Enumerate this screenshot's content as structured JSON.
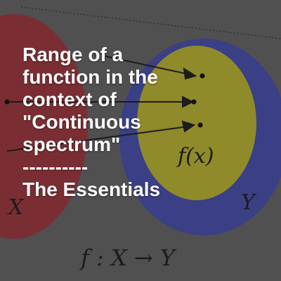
{
  "title_lines": [
    "Range of a",
    "function in the",
    "context of",
    "\"Continuous",
    "spectrum\"",
    "----------",
    "The Essentials"
  ],
  "diagram": {
    "domain_label": "X",
    "codomain_label": "Y",
    "image_label": "f(x)",
    "mapping_label": "f : X → Y"
  },
  "colors": {
    "background": "#505050",
    "domain_set": "#7a2e33",
    "codomain_set": "#3a3f86",
    "image_set": "#8f8a2a",
    "title_text": "#ffffff"
  }
}
